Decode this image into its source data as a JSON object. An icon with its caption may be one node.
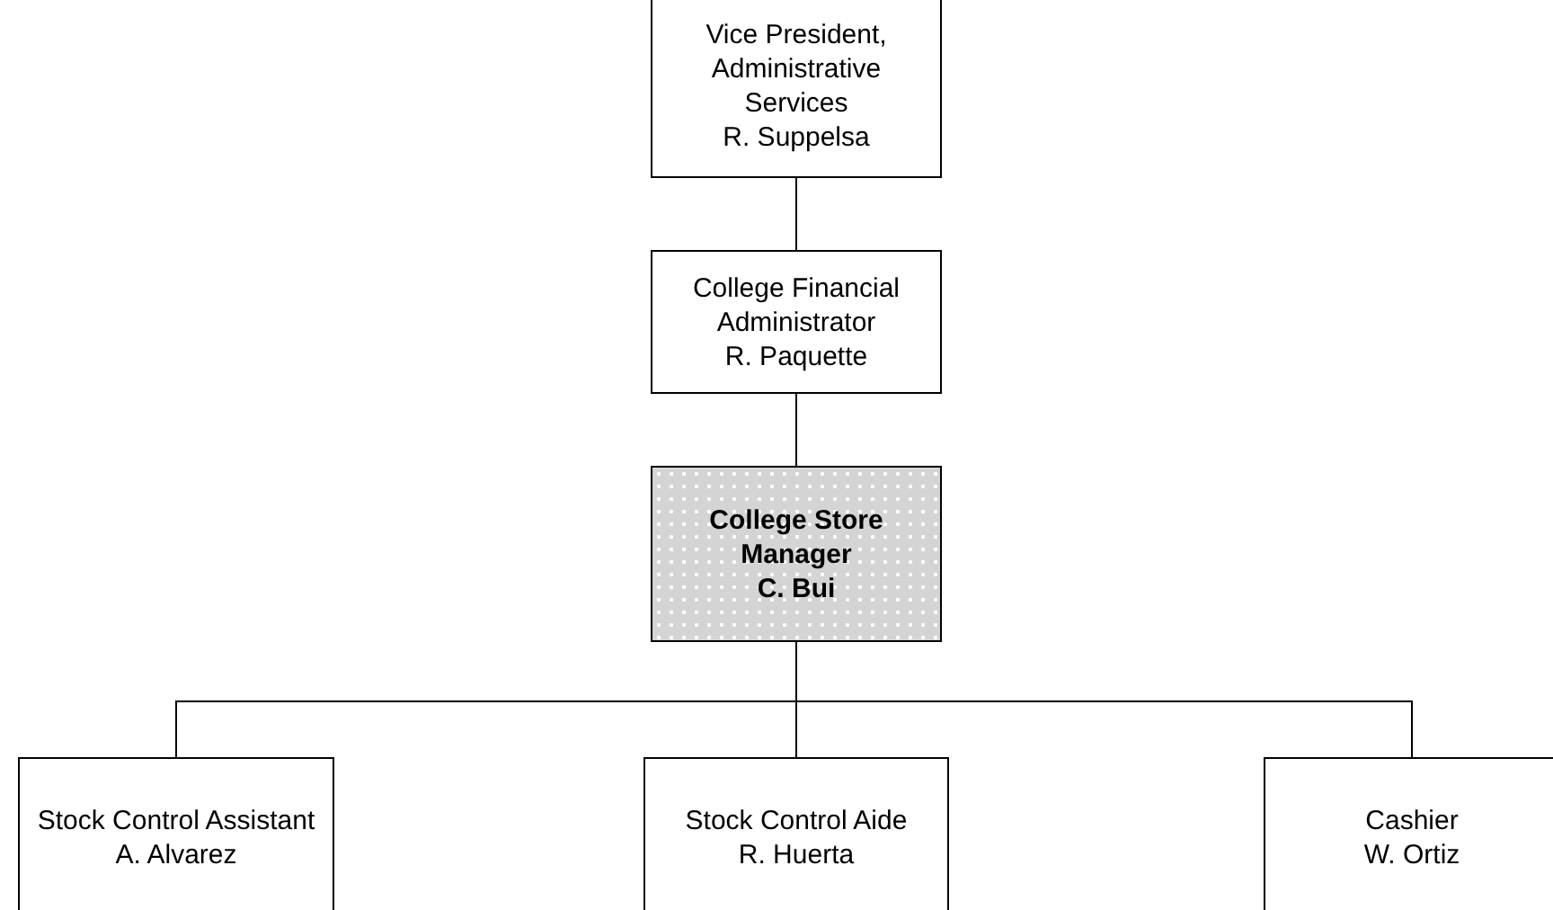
{
  "diagram": {
    "nodes": [
      {
        "text": [
          "Vice President, Administrative Services",
          "R. Suppelsa"
        ]
      },
      {
        "text": [
          "College Financial Administrator",
          "R. Paquette"
        ]
      },
      {
        "text": [
          "College Store Manager",
          "C. Bui"
        ]
      },
      {
        "text": [
          "Stock Control Assistant",
          "A. Alvarez"
        ]
      },
      {
        "text": [
          "Stock Control Aide",
          "R. Huerta"
        ]
      },
      {
        "text": [
          "Cashier",
          "W. Ortiz"
        ]
      }
    ],
    "edges": [
      {
        "from": 0,
        "to": 1,
        "arrow": "none"
      },
      {
        "from": 1,
        "to": 2,
        "arrow": "none"
      },
      {
        "from": 2,
        "to": 3,
        "arrow": "none"
      },
      {
        "from": 2,
        "to": 4,
        "arrow": "none"
      },
      {
        "from": 2,
        "to": 5,
        "arrow": "none"
      }
    ]
  }
}
